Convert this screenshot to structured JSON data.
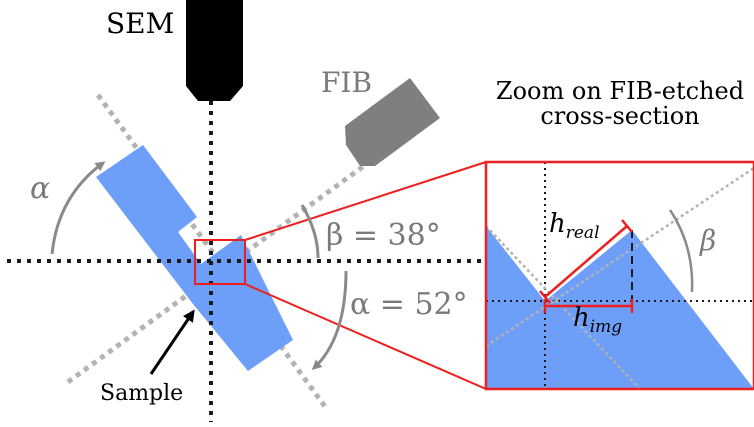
{
  "labels": {
    "sem": "SEM",
    "fib": "FIB",
    "zoom_line1": "Zoom on FIB-etched",
    "zoom_line2": "cross-section",
    "alpha_symbol": "α",
    "beta_equation": "β = 38°",
    "alpha_equation": "α = 52°",
    "sample": "Sample",
    "h_real_base": "h",
    "h_real_sub": "real",
    "h_img_base": "h",
    "h_img_sub": "img",
    "beta_symbol": "β"
  },
  "colors": {
    "sample_blue": "#6e9ff8",
    "highlight_red": "#ee1f1f",
    "axis_black": "#1a1a1a",
    "gray": "#8a8a8a",
    "beam_gray": "#b3b3b3",
    "instrument_black": "#000000",
    "instrument_gray": "#7f7f7f"
  },
  "angles": {
    "beta_deg": 38,
    "alpha_deg": 52
  }
}
